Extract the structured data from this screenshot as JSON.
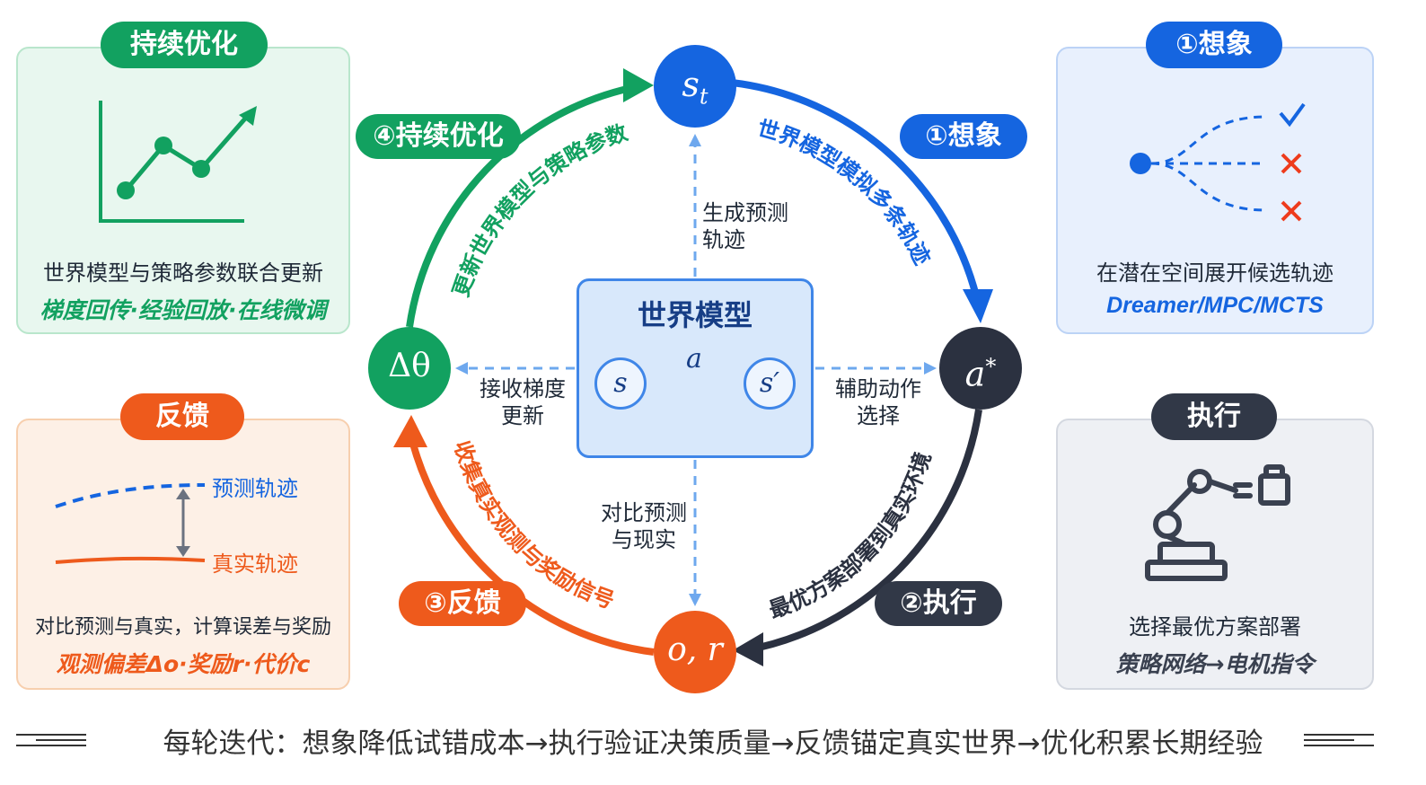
{
  "colors": {
    "green": "#12a160",
    "blue": "#1565e0",
    "orange": "#ee5a1c",
    "dark": "#2b3140",
    "center_bg": "#d8e8fb",
    "center_border": "#3f86e8"
  },
  "panels": {
    "optimize": {
      "title": "持续优化",
      "main": "世界模型与策略参数联合更新",
      "sub": "梯度回传·经验回放·在线微调",
      "icon": "line-chart-icon"
    },
    "imagine": {
      "title": "①想象",
      "main": "在潜在空间展开候选轨迹",
      "sub": "Dreamer/MPC/MCTS",
      "icon": "branching-trajectories-icon"
    },
    "feedback": {
      "title": "反馈",
      "predicted_label": "预测轨迹",
      "real_label": "真实轨迹",
      "main": "对比预测与真实，计算误差与奖励",
      "sub": "观测偏差Δo·奖励r·代价c",
      "icon": "trajectory-comparison-icon"
    },
    "execute": {
      "title": "执行",
      "main": "选择最优方案部署",
      "sub": "策略网络→电机指令",
      "icon": "robot-arm-icon"
    }
  },
  "nodes": {
    "st": "s",
    "st_sub": "t",
    "astar": "a",
    "astar_sup": "*",
    "or": "o, r",
    "dtheta": "Δθ"
  },
  "cycle": {
    "imagine_badge": "①想象",
    "imagine_arc": "世界模型模拟多条轨迹",
    "execute_badge": "②执行",
    "execute_arc": "最优方案部署到真实环境",
    "feedback_badge": "③反馈",
    "feedback_arc": "收集真实观测与奖励信号",
    "optimize_badge": "④持续优化",
    "optimize_arc": "更新世界模型与策略参数"
  },
  "center": {
    "title": "世界模型",
    "s": "s",
    "a": "a",
    "s_prime": "s′"
  },
  "dashed_labels": {
    "up_line1": "生成预测",
    "up_line2": "轨迹",
    "right_line1": "辅助动作",
    "right_line2": "选择",
    "down_line1": "对比预测",
    "down_line2": "与现实",
    "left_line1": "接收梯度",
    "left_line2": "更新"
  },
  "footer": "每轮迭代：想象降低试错成本→执行验证决策质量→反馈锚定真实世界→优化积累长期经验"
}
